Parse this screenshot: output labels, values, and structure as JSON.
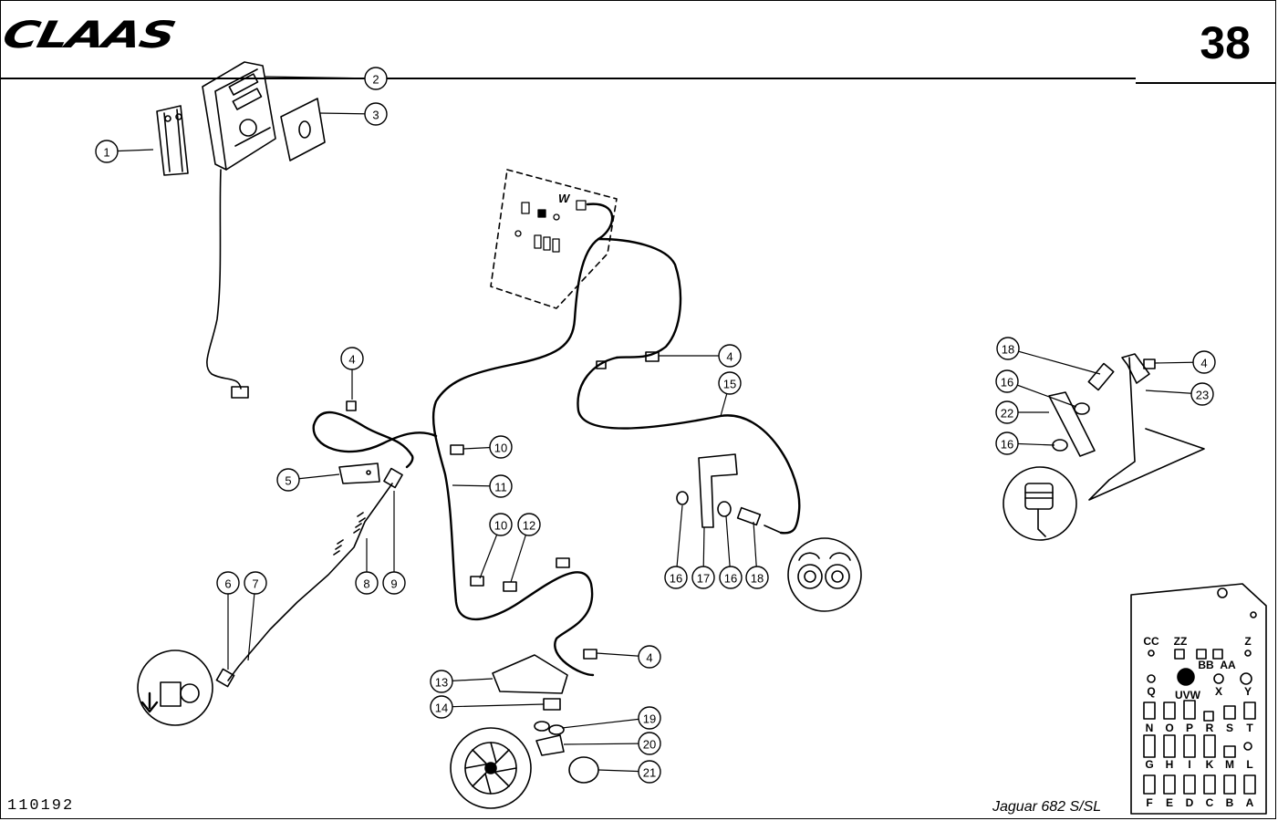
{
  "header": {
    "brand": "CLAAS",
    "page_number": "38"
  },
  "footer": {
    "document_number": "110192",
    "model": "Jaguar 682 S/SL"
  },
  "panel_label": "W",
  "callouts": [
    "1",
    "2",
    "3",
    "4",
    "5",
    "6",
    "7",
    "8",
    "9",
    "10",
    "11",
    "12",
    "10",
    "4",
    "15",
    "16",
    "17",
    "16",
    "18",
    "13",
    "14",
    "19",
    "20",
    "21",
    "4",
    "18",
    "16",
    "22",
    "16",
    "23",
    "4"
  ],
  "fuse_panel_labels": [
    "CC",
    "ZZ",
    "Z",
    "BB",
    "AA",
    "Q",
    "UVW",
    "X",
    "Y",
    "N",
    "O",
    "P",
    "R",
    "S",
    "T",
    "G",
    "H",
    "I",
    "K",
    "M",
    "L",
    "F",
    "E",
    "D",
    "C",
    "B",
    "A"
  ]
}
